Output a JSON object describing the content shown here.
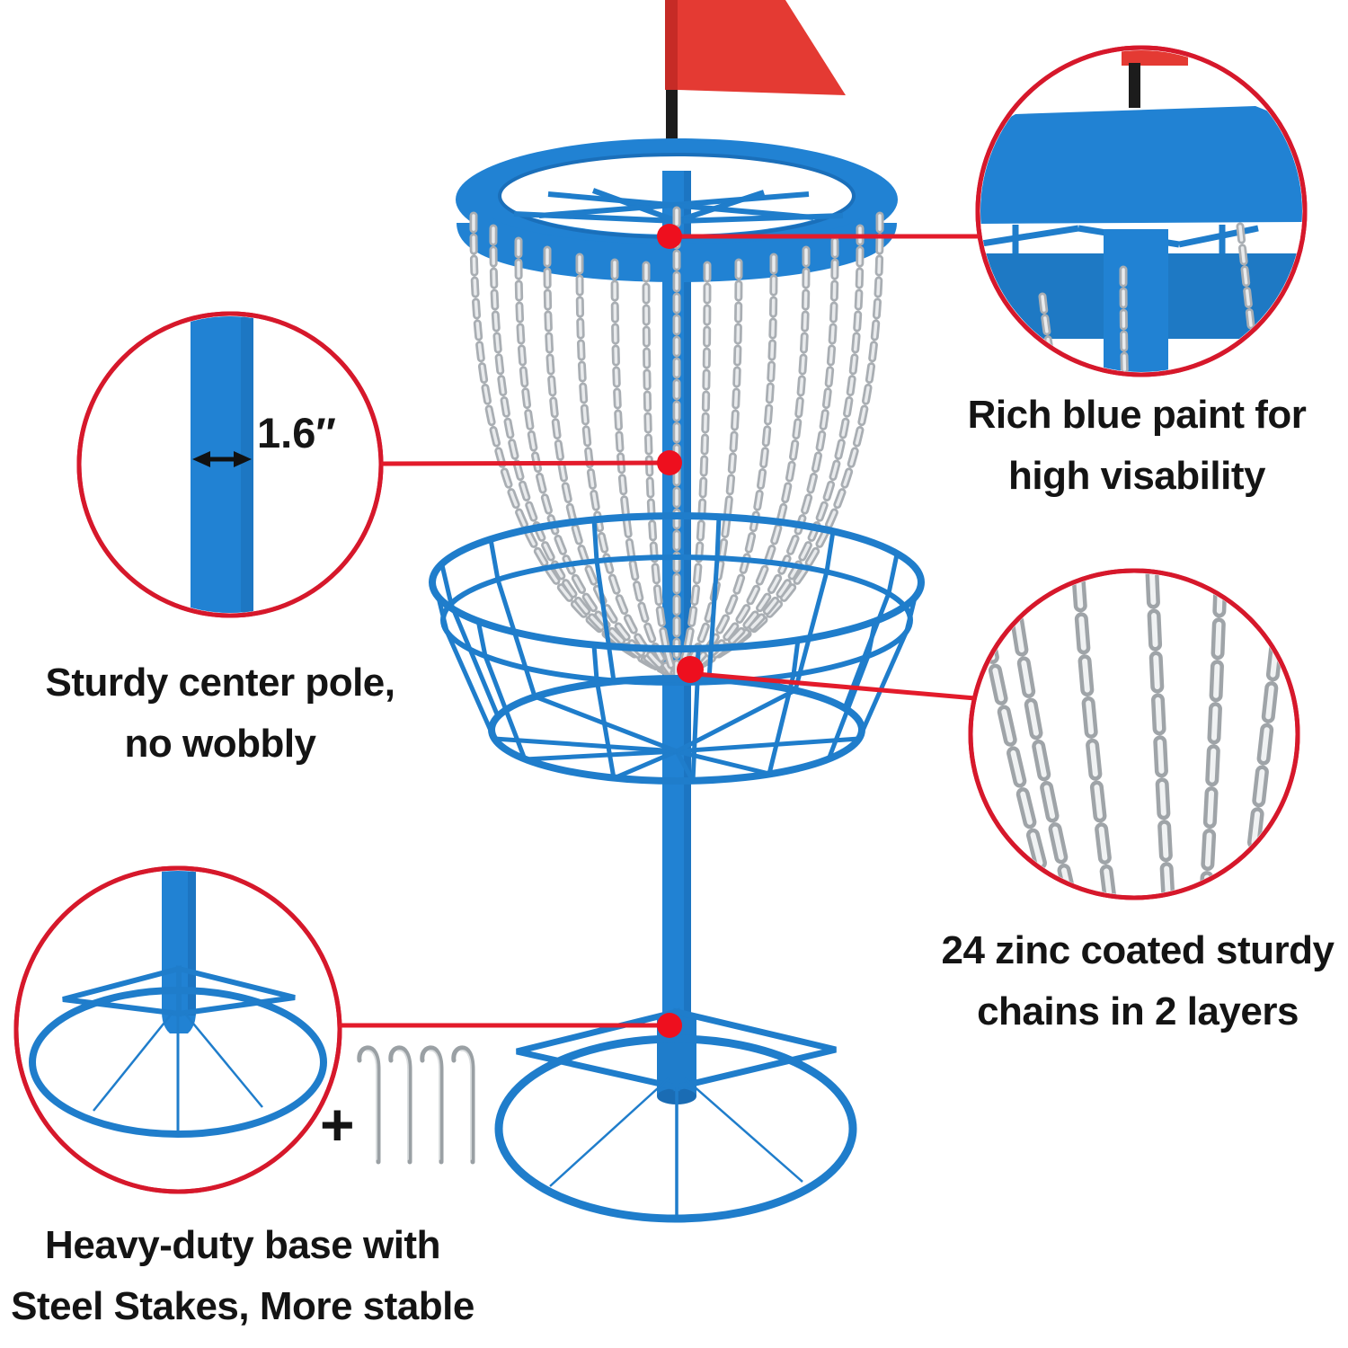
{
  "colors": {
    "product_blue": "#2182d3",
    "product_blue_dark": "#1a6cb4",
    "accent_red": "#e31b2b",
    "flag_red": "#e43a33",
    "chain_silver": "#a9aeb3",
    "text": "#141414"
  },
  "callouts": {
    "band": {
      "lines": [
        "Rich blue paint for",
        "high visability"
      ]
    },
    "pole": {
      "measurement": "1.6″",
      "lines": [
        "Sturdy center pole,",
        "no wobbly"
      ]
    },
    "chains": {
      "lines": [
        "24 zinc coated sturdy",
        "chains in 2 layers"
      ]
    },
    "base": {
      "plus": "+",
      "lines": [
        "Heavy-duty base with",
        "Steel Stakes, More stable"
      ]
    }
  }
}
